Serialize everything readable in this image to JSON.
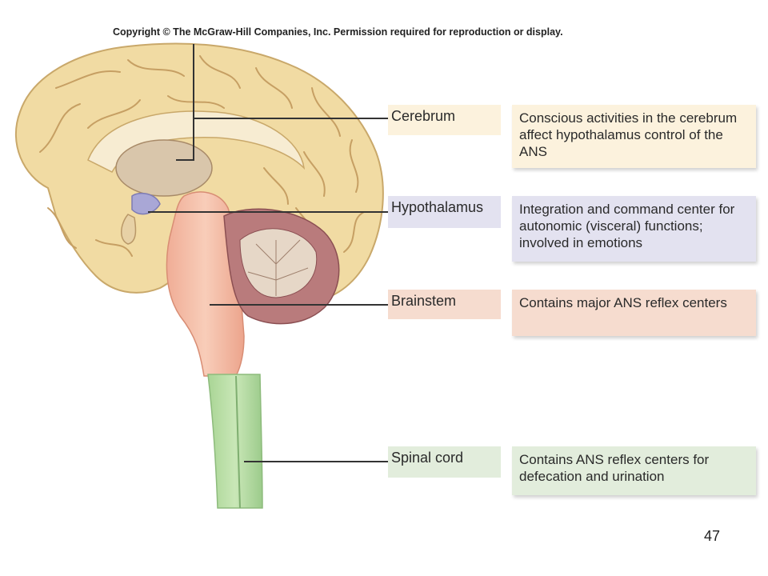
{
  "copyright": "Copyright © The McGraw-Hill Companies, Inc. Permission required for reproduction or display.",
  "regions": [
    {
      "label": "Cerebrum",
      "description": "Conscious activities in the cerebrum affect hypothalamus control of the ANS"
    },
    {
      "label": "Hypothalamus",
      "description": "Integration and command center for autonomic (visceral) functions; involved in emotions"
    },
    {
      "label": "Brainstem",
      "description": "Contains major ANS reflex centers"
    },
    {
      "label": "Spinal cord",
      "description": "Contains ANS reflex centers for defecation and urination"
    }
  ],
  "slide_number": "47",
  "colors": {
    "cerebrum": "#f1dba3",
    "hypothalamus": "#a9a7d6",
    "brainstem": "#f3b9a2",
    "spinal_cord": "#b8dca3",
    "cerebellum": "#9c5d60"
  }
}
